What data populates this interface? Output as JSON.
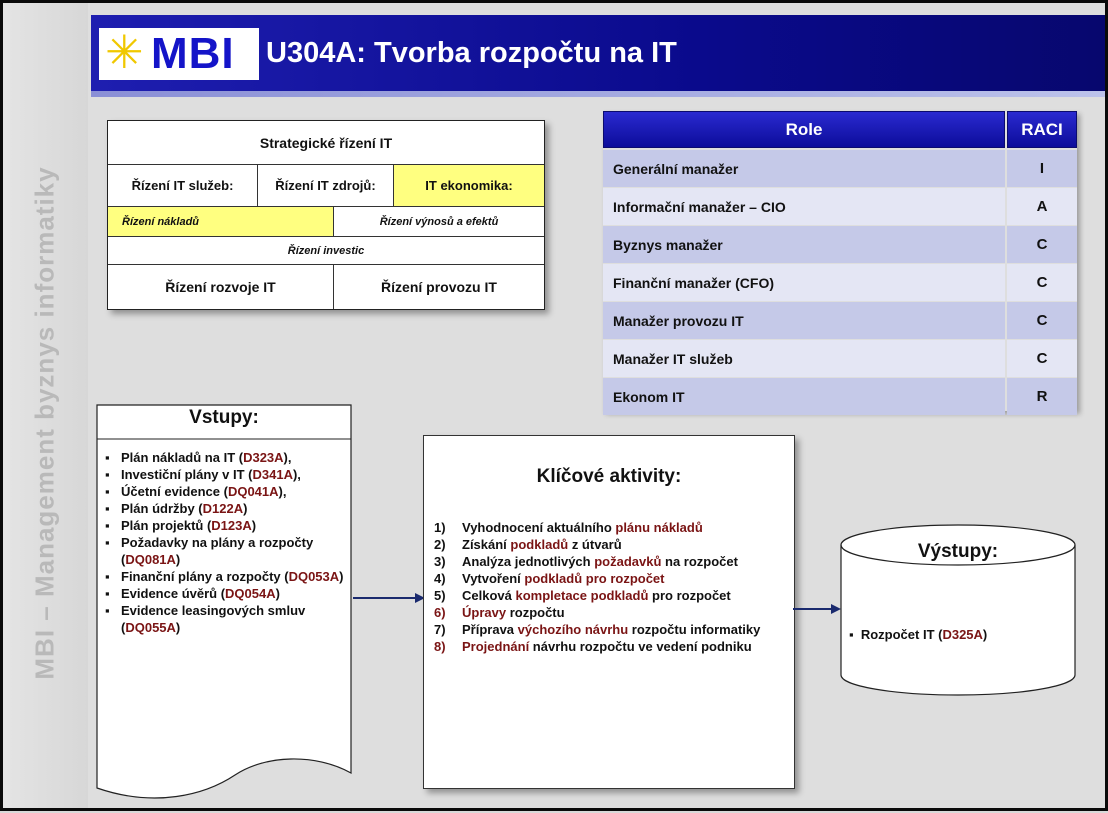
{
  "sidebar": {
    "text": "MBI – Management byznys informatiky"
  },
  "header": {
    "logo": "MBI",
    "title": "U304A: Tvorba rozpočtu na IT"
  },
  "strategic": {
    "title": "Strategické řízení IT",
    "services": "Řízení IT služeb:",
    "resources": "Řízení IT zdrojů:",
    "economics": "IT ekonomika:",
    "costs": "Řízení nákladů",
    "revenues": "Řízení výnosů a efektů",
    "investments": "Řízení investic",
    "development": "Řízení rozvoje IT",
    "operations": "Řízení provozu IT"
  },
  "raci": {
    "header_role": "Role",
    "header_raci": "RACI",
    "rows": [
      {
        "role": "Generální manažer",
        "raci": "I"
      },
      {
        "role": "Informační manažer – CIO",
        "raci": "A"
      },
      {
        "role": "Byznys manažer",
        "raci": "C"
      },
      {
        "role": "Finanční manažer (CFO)",
        "raci": "C"
      },
      {
        "role": "Manažer provozu IT",
        "raci": "C"
      },
      {
        "role": "Manažer IT služeb",
        "raci": "C"
      },
      {
        "role": "Ekonom IT",
        "raci": "R"
      }
    ]
  },
  "inputs": {
    "title": "Vstupy:",
    "items": [
      {
        "text": "Plán nákladů na IT (",
        "code": "D323A",
        "suffix": "),"
      },
      {
        "text": "Investiční plány v IT (",
        "code": "D341A",
        "suffix": "),"
      },
      {
        "text": "Účetní evidence (",
        "code": "DQ041A",
        "suffix": "),"
      },
      {
        "text": "Plán údržby (",
        "code": "D122A",
        "suffix": ")"
      },
      {
        "text": "Plán projektů (",
        "code": "D123A",
        "suffix": ")"
      },
      {
        "text": "Požadavky na plány a rozpočty (",
        "code": "DQ081A",
        "suffix": ")"
      },
      {
        "text": "Finanční plány a rozpočty (",
        "code": "DQ053A",
        "suffix": ")"
      },
      {
        "text": "Evidence úvěrů (",
        "code": "DQ054A",
        "suffix": ")"
      },
      {
        "text": "Evidence leasingových smluv (",
        "code": "DQ055A",
        "suffix": ")"
      }
    ]
  },
  "activities": {
    "title": "Klíčové aktivity:",
    "items": [
      {
        "num": "1)",
        "parts": [
          "Vyhodnocení aktuálního ",
          "plánu nákladů"
        ]
      },
      {
        "num": "2)",
        "parts": [
          "Získání ",
          "podkladů",
          " z útvarů"
        ]
      },
      {
        "num": "3)",
        "parts": [
          "Analýza jednotlivých ",
          "požadavků",
          " na rozpočet"
        ]
      },
      {
        "num": "4)",
        "parts": [
          "Vytvoření ",
          "podkladů pro rozpočet"
        ]
      },
      {
        "num": "5)",
        "parts": [
          "Celková ",
          "kompletace podkladů",
          " pro rozpočet"
        ]
      },
      {
        "num": "6)",
        "parts": [
          "Úpravy",
          " rozpočtu"
        ]
      },
      {
        "num": "7)",
        "parts": [
          "Příprava ",
          "výchozího návrhu",
          " rozpočtu informatiky"
        ]
      },
      {
        "num": "8)",
        "parts": [
          "Projednání",
          " návrhu rozpočtu ve vedení podniku"
        ]
      }
    ]
  },
  "outputs": {
    "title": "Výstupy:",
    "item_text": "Rozpočet IT (",
    "item_code": "D325A",
    "item_suffix": ")"
  },
  "colors": {
    "header_blue": "#0a0a8c",
    "highlight_yellow": "#ffff80",
    "code_red": "#7a1414",
    "raci_dark": "#c5c9e8",
    "raci_light": "#e4e6f4"
  }
}
